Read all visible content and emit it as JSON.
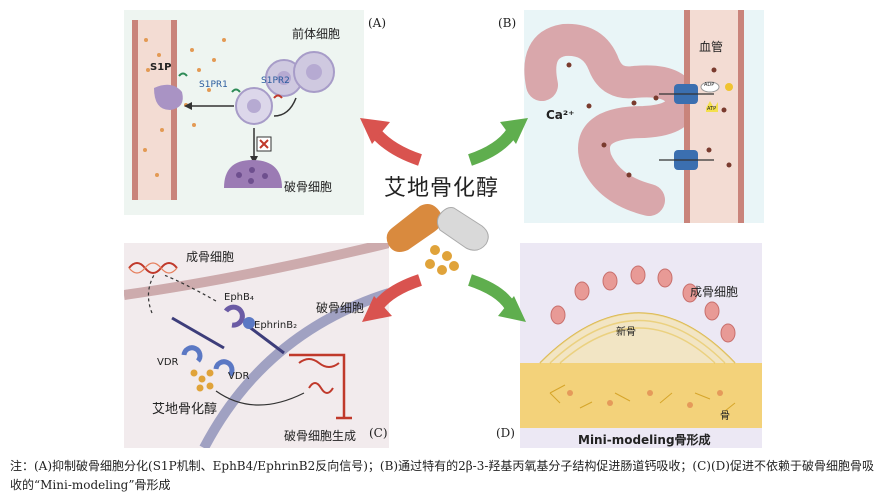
{
  "panel_a": {
    "tag": "(A)",
    "precursor_label": "前体细胞",
    "s1p_label": "S1P",
    "s1pr1_label": "S1PR1",
    "s1pr2_label": "S1PR2",
    "osteoclast_label": "破骨细胞"
  },
  "panel_b": {
    "tag": "(B)",
    "vessel_label": "血管",
    "calcium_label": "Ca²⁺",
    "adp_label": "ADP",
    "atp_label": "ATP"
  },
  "panel_c": {
    "tag": "(C)",
    "osteoblast_label": "成骨细胞",
    "osteoclast_label": "破骨细胞",
    "ephb4_label": "EphB₄",
    "ephrinb2_label": "EphrinB₂",
    "vdr_label_1": "VDR",
    "vdr_label_2": "VDR",
    "drug_label": "艾地骨化醇",
    "generation_label": "破骨细胞生成"
  },
  "panel_d": {
    "tag": "(D)",
    "osteoblast_label": "成骨细胞",
    "new_bone_label": "新骨",
    "bone_label": "骨",
    "mini_modeling_label": "Mini-modeling骨形成"
  },
  "center": {
    "title": "艾地骨化醇"
  },
  "caption": {
    "text": "注：(A)抑制破骨细胞分化(S1P机制、EphB4/EphrinB2反向信号)；(B)通过特有的2β-3-羟基丙氧基分子结构促进肠道钙吸收；(C)(D)促进不依赖于破骨细胞骨吸收的“Mini-modeling”骨形成"
  },
  "colors": {
    "red_arrow": "#d9534f",
    "green_arrow": "#5fae4e",
    "vessel_red": "#c9847b",
    "bone_yellow": "#f3d27a",
    "osteoclast_purple": "#9b7bb4"
  },
  "icons": [
    "pill-capsule-icon",
    "cell-icon",
    "receptor-icon",
    "dna-icon",
    "channel-icon"
  ]
}
